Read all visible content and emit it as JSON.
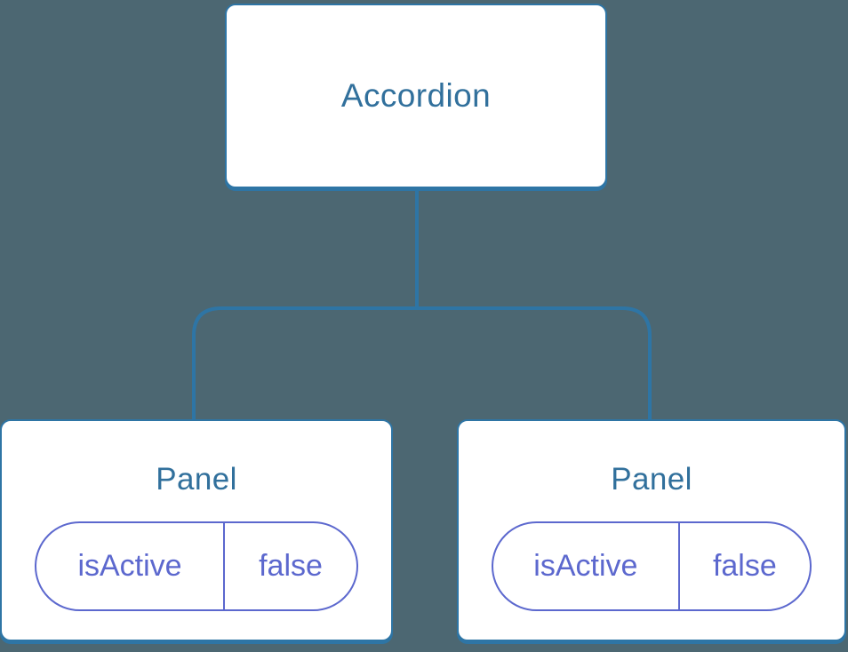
{
  "colors": {
    "background": "#4C6772",
    "connector_blue": "#2E75A5",
    "node_label_blue": "#31709C",
    "state_purple": "#5C68CE",
    "node_background": "#FFFFFF"
  },
  "tree": {
    "root": {
      "label": "Accordion"
    },
    "children": [
      {
        "label": "Panel",
        "state": {
          "key": "isActive",
          "value": "false"
        }
      },
      {
        "label": "Panel",
        "state": {
          "key": "isActive",
          "value": "false"
        }
      }
    ]
  }
}
